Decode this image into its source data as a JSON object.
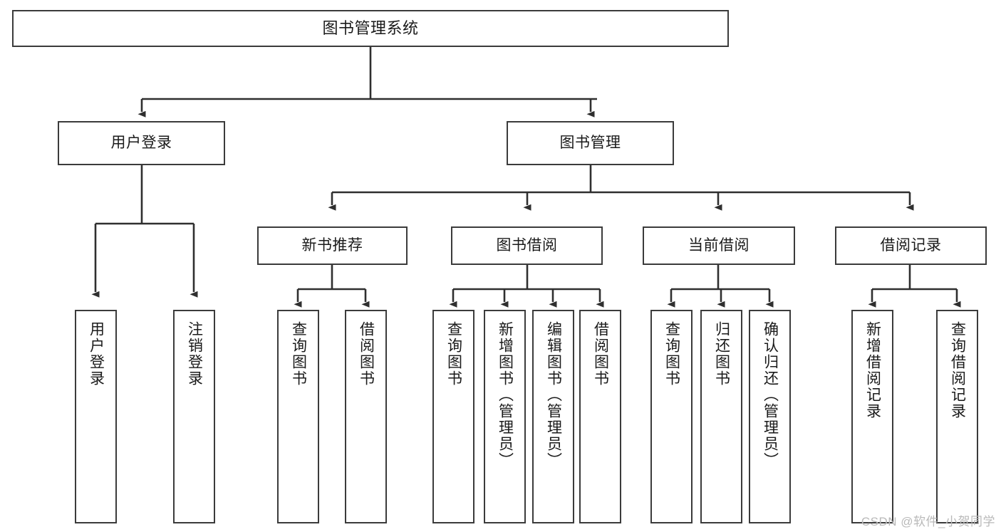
{
  "diagram": {
    "type": "tree-hierarchy",
    "title": "图书管理系统",
    "root": {
      "id": "root",
      "label": "图书管理系统"
    },
    "level2": [
      {
        "id": "user-login",
        "label": "用户登录"
      },
      {
        "id": "book-management",
        "label": "图书管理"
      }
    ],
    "level3": [
      {
        "id": "new-book-recommend",
        "label": "新书推荐",
        "parent": "book-management"
      },
      {
        "id": "book-borrow",
        "label": "图书借阅",
        "parent": "book-management"
      },
      {
        "id": "current-borrow",
        "label": "当前借阅",
        "parent": "book-management"
      },
      {
        "id": "borrow-record",
        "label": "借阅记录",
        "parent": "book-management"
      }
    ],
    "leaves": [
      {
        "id": "leaf-user-login",
        "label": "用户登录",
        "parent": "user-login"
      },
      {
        "id": "leaf-logout-login",
        "label": "注销登录",
        "parent": "user-login"
      },
      {
        "id": "leaf-query-book-1",
        "label": "查询图书",
        "parent": "new-book-recommend"
      },
      {
        "id": "leaf-borrow-book-1",
        "label": "借阅图书",
        "parent": "new-book-recommend"
      },
      {
        "id": "leaf-query-book-2",
        "label": "查询图书",
        "parent": "book-borrow"
      },
      {
        "id": "leaf-add-book",
        "label": "新增图书（管理员）",
        "parent": "book-borrow"
      },
      {
        "id": "leaf-edit-book",
        "label": "编辑图书（管理员）",
        "parent": "book-borrow"
      },
      {
        "id": "leaf-borrow-book-2",
        "label": "借阅图书",
        "parent": "book-borrow"
      },
      {
        "id": "leaf-query-book-3",
        "label": "查询图书",
        "parent": "current-borrow"
      },
      {
        "id": "leaf-return-book",
        "label": "归还图书",
        "parent": "current-borrow"
      },
      {
        "id": "leaf-confirm-return",
        "label": "确认归还（管理员）",
        "parent": "current-borrow"
      },
      {
        "id": "leaf-add-record",
        "label": "新增借阅记录",
        "parent": "borrow-record"
      },
      {
        "id": "leaf-query-record",
        "label": "查询借阅记录",
        "parent": "borrow-record"
      }
    ],
    "colors": {
      "box_border": "#3b3b3b",
      "box_fill": "#ffffff",
      "edge": "#2f2f2f",
      "text": "#1a1a1a",
      "watermark": "#b9b9b9"
    }
  },
  "watermark": {
    "text": "CSDN @软件_小贺同学"
  }
}
